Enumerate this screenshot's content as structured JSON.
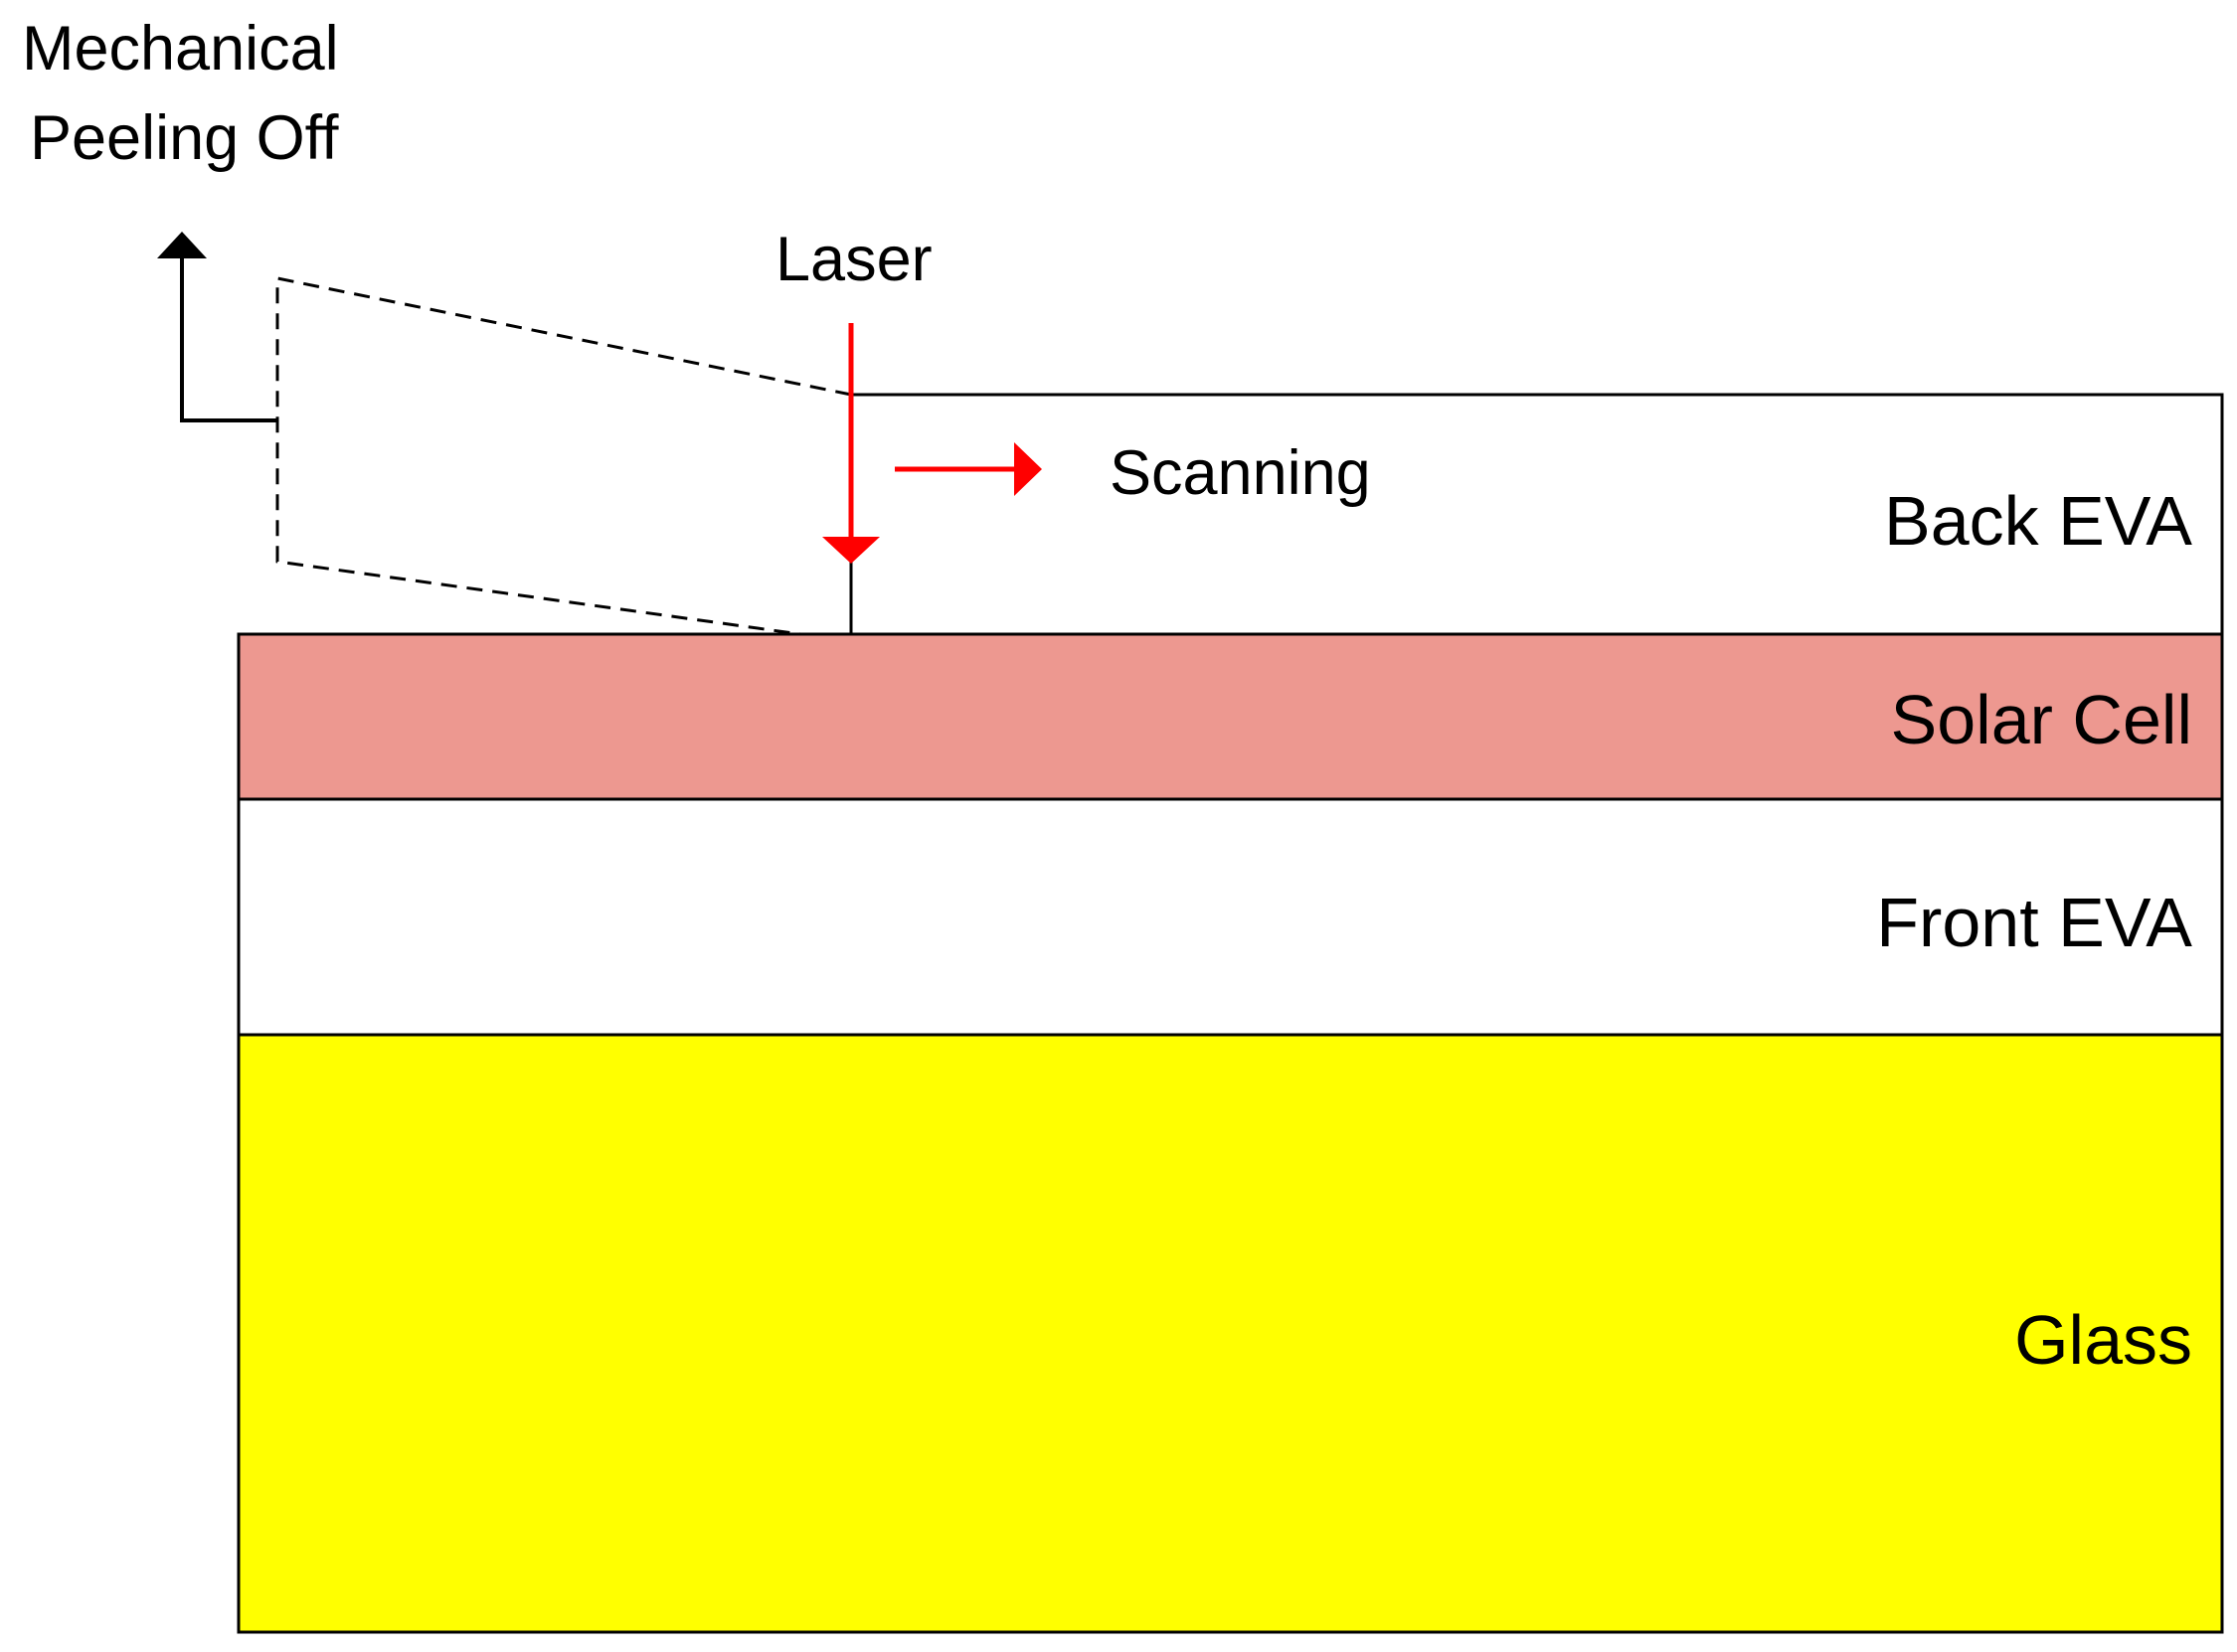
{
  "diagram": {
    "layers": [
      {
        "name": "back-eva",
        "label": "Back EVA",
        "fill": "#ffffff"
      },
      {
        "name": "solar-cell",
        "label": "Solar Cell",
        "fill": "#ed9890"
      },
      {
        "name": "front-eva",
        "label": "Front EVA",
        "fill": "#ffffff"
      },
      {
        "name": "glass",
        "label": "Glass",
        "fill": "#ffff00"
      }
    ],
    "annotations": {
      "peeling_line1": "Mechanical",
      "peeling_line2": "Peeling Off",
      "laser": "Laser",
      "scanning": "Scanning"
    },
    "colors": {
      "laser_arrow": "#ff0000",
      "outline": "#000000",
      "peeled_layer_dashes": "#000000"
    }
  }
}
